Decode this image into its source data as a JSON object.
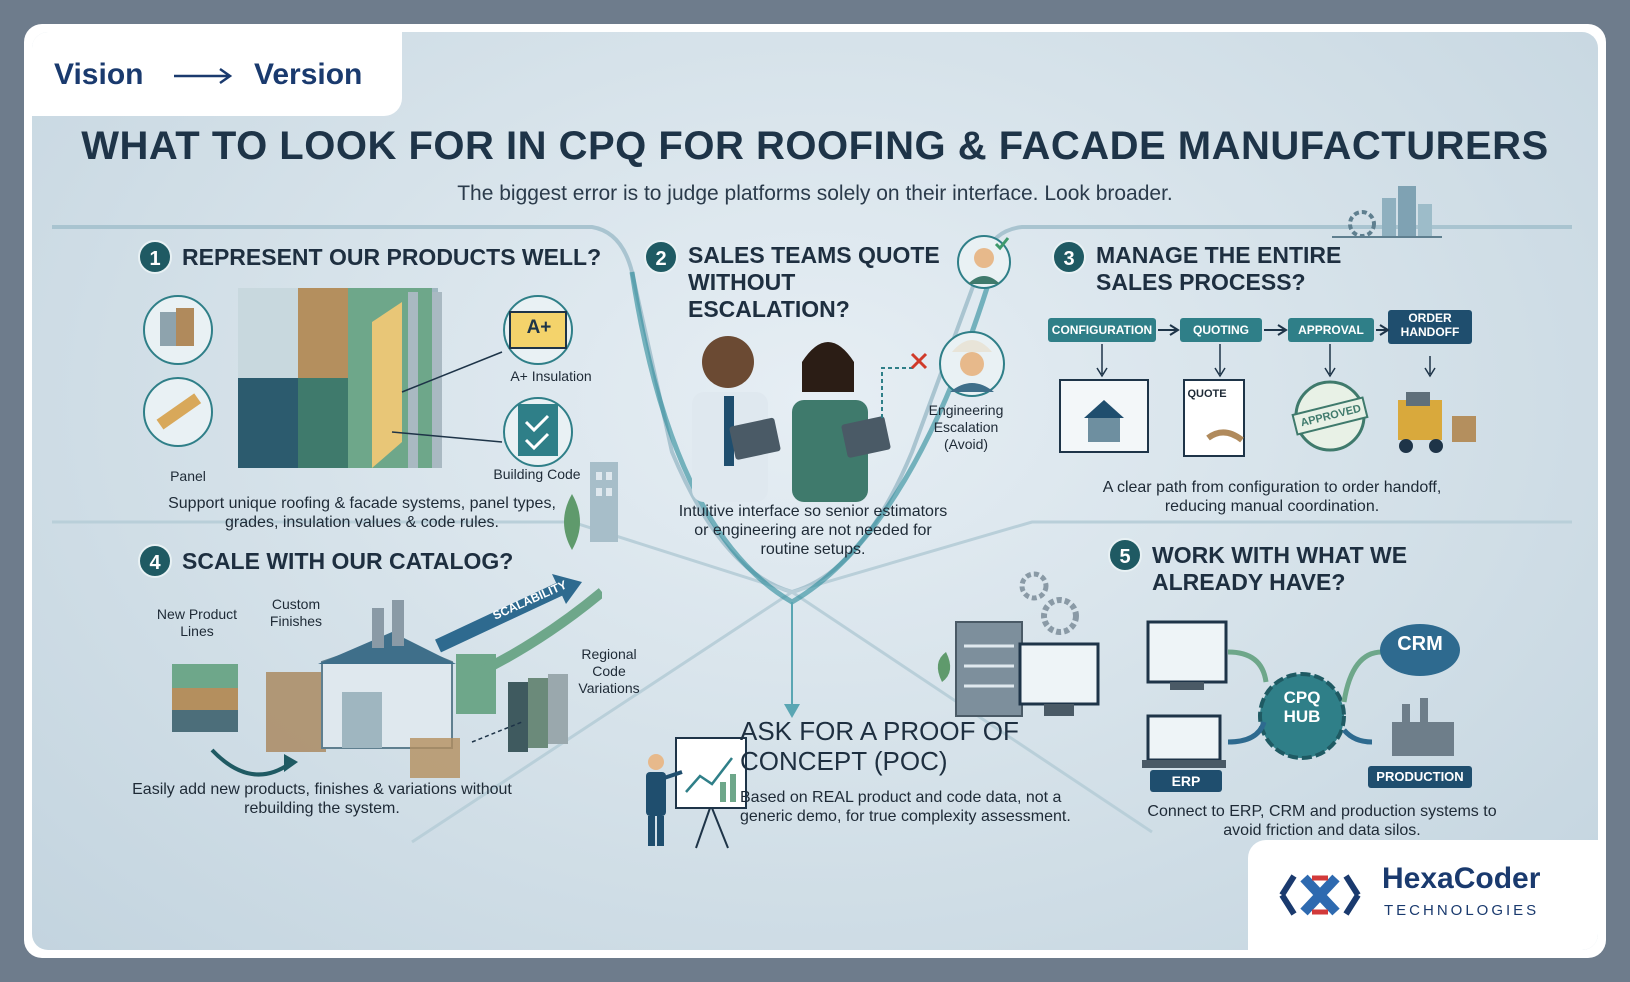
{
  "tag": {
    "left": "Vision",
    "right": "Version"
  },
  "title": "WHAT TO LOOK FOR IN CPQ FOR ROOFING & FACADE MANUFACTURERS",
  "subtitle": "The biggest error is to judge platforms solely on their interface. Look broader.",
  "s1": {
    "num": "1",
    "heading": "REPRESENT OUR PRODUCTS WELL?",
    "labels": {
      "insulation": "A+ Insulation",
      "panel": "Panel",
      "code": "Building Code",
      "grade": "A+"
    },
    "desc": "Support unique roofing & facade systems, panel types, grades, insulation values & code rules."
  },
  "s2": {
    "num": "2",
    "heading": "SALES TEAMS QUOTE WITHOUT ESCALATION?",
    "escalation": "Engineering Escalation (Avoid)",
    "desc": "Intuitive interface so senior estimators or engineering are not needed for routine setups."
  },
  "s3": {
    "num": "3",
    "heading": "MANAGE THE ENTIRE SALES PROCESS?",
    "steps": [
      "CONFIGURATION",
      "QUOTING",
      "APPROVAL",
      "ORDER HANDOFF"
    ],
    "quote_doc": "QUOTE",
    "stamp": "APPROVED",
    "desc": "A clear path from configuration to order handoff, reducing manual coordination."
  },
  "s4": {
    "num": "4",
    "heading": "SCALE WITH OUR CATALOG?",
    "labels": {
      "new": "New Product Lines",
      "custom": "Custom Finishes",
      "regional": "Regional Code Variations",
      "scal": "SCALABILITY"
    },
    "desc": "Easily add new products, finishes & variations without rebuilding the system."
  },
  "s5": {
    "num": "5",
    "heading": "WORK WITH WHAT WE ALREADY HAVE?",
    "hub": "CPQ HUB",
    "crm": "CRM",
    "erp": "ERP",
    "production": "PRODUCTION",
    "desc": "Connect to ERP, CRM and production systems to avoid friction and data silos."
  },
  "poc": {
    "heading": "ASK FOR A PROOF OF CONCEPT (POC)",
    "desc": "Based on REAL product and code data, not a generic demo, for true complexity assessment."
  },
  "logo": {
    "name": "HexaCoder",
    "sub": "TECHNOLOGIES"
  },
  "colors": {
    "navy": "#1a3a6e",
    "teal": "#2f7f88",
    "bg": "#d3e0e8"
  }
}
